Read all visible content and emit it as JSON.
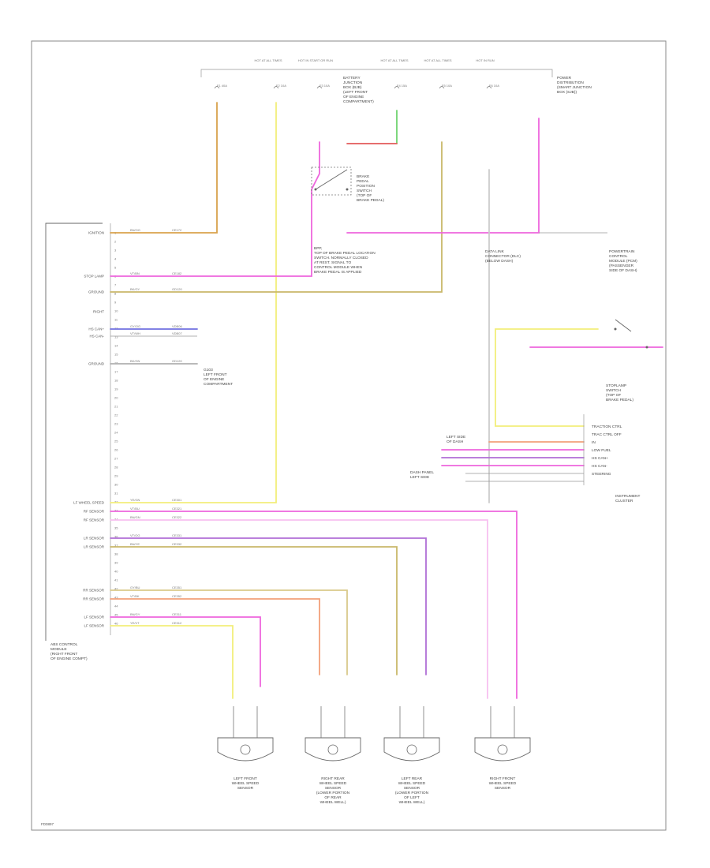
{
  "module": {
    "name_lines": [
      "ABS CONTROL",
      "MODULE",
      "(RIGHT FRONT",
      "OF ENGINE COMPT)"
    ],
    "pins_left": [
      "IGNITION",
      "STOP LAMP",
      "GROUND",
      "RIGHT",
      "HS CAN+",
      "HS CAN-",
      "GROUND",
      "LF WHEEL SPEED",
      "RF SENSOR",
      "RF SENSOR",
      "LR SENSOR",
      "LR SENSOR",
      "RR SENSOR",
      "RR SENSOR",
      "LF SENSOR",
      "LF SENSOR"
    ],
    "wire_codes_left": [
      "CE172",
      "CE182",
      "GD120",
      "VDB06",
      "VDB07",
      "GD120",
      "CE301",
      "CE321",
      "CE322",
      "CE331",
      "CE332",
      "CE351",
      "CE352",
      "CE311",
      "CE312"
    ],
    "wire_colors_left": [
      "BN/OG",
      "VT/BN",
      "BK/GY",
      "GY/OG",
      "VT/WH",
      "BK/GN",
      "YE/GN",
      "VT/BU",
      "BN/GN",
      "VT/OG",
      "BN/YE",
      "GY/BU",
      "VT/BK",
      "BN/GY",
      "YE/VT"
    ]
  },
  "fuse_panel": {
    "headers": [
      "HOT AT ALL TIMES",
      "HOT IN START OR RUN",
      "HOT AT ALL TIMES",
      "HOT AT ALL TIMES",
      "HOT IN RUN"
    ],
    "fuses": [
      "F1 40A",
      "F2 10A",
      "F3 10A",
      "F4 15A",
      "F5 10A",
      "F6 10A"
    ],
    "panel_label": [
      "BATTERY",
      "JUNCTION",
      "BOX (BJB)",
      "(LEFT FRONT",
      "OF ENGINE",
      "COMPARTMENT)"
    ],
    "power_label": [
      "POWER",
      "DISTRIBUTION",
      "(SMART JUNCTION",
      "BOX (SJB))"
    ]
  },
  "switch": {
    "name": [
      "BRAKE",
      "PEDAL",
      "POSITION",
      "SWITCH",
      "(TOP OF",
      "BRAKE PEDAL)"
    ],
    "note": [
      "BPP,",
      "TOP OF BRAKE PEDAL LOCATION",
      "SWITCH. NORMALLY CLOSED",
      "AT REST. SIGNAL TO",
      "CONTROL MODULE WHEN",
      "BRAKE PEDAL IS APPLIED"
    ]
  },
  "ground_note": [
    "G103",
    "LEFT FRONT",
    "OF ENGINE",
    "COMPARTMENT"
  ],
  "pcm": {
    "label": [
      "POWERTRAIN",
      "CONTROL",
      "MODULE (PCM)",
      "(PASSENGER",
      "SIDE OF DASH)"
    ]
  },
  "dlc": {
    "label": [
      "DATA LINK",
      "CONNECTOR (DLC)",
      "(BELOW DASH)"
    ]
  },
  "stoplamp": {
    "label": [
      "STOPLAMP",
      "SWITCH",
      "(TOP OF",
      "BRAKE PEDAL)"
    ]
  },
  "instrument": {
    "label": [
      "INSTRUMENT",
      "CLUSTER"
    ],
    "signals": [
      "TRACTION CTRL",
      "TRAC CTRL OFF",
      "IN",
      "LOW FUEL",
      "HS CAN+",
      "HS CAN-",
      "STEERING"
    ],
    "left_labels": [
      "LEFT SIDE",
      "OF DASH"
    ],
    "block_labels": [
      "DASH PANEL",
      "LEFT SIDE"
    ]
  },
  "sensors": [
    {
      "label": [
        "LEFT FRONT",
        "WHEEL SPEED",
        "SENSOR"
      ]
    },
    {
      "label": [
        "RIGHT REAR",
        "WHEEL SPEED",
        "SENSOR",
        "(LOWER PORTION",
        "OF REAR",
        "WHEEL WELL)"
      ]
    },
    {
      "label": [
        "LEFT REAR",
        "WHEEL SPEED",
        "SENSOR",
        "(LOWER PORTION",
        "OF LEFT",
        "WHEEL WELL)"
      ]
    },
    {
      "label": [
        "RIGHT FRONT",
        "WHEEL SPEED",
        "SENSOR"
      ]
    }
  ],
  "footer": {
    "code": "FD0897"
  },
  "colors": {
    "orange": "#d9a24c",
    "yellow": "#f2ee7a",
    "pink": "#ee66dd",
    "violet": "#b06fd6",
    "olive": "#c9b86a",
    "green": "#6fd36f",
    "red": "#e35a5a",
    "gray": "#9a9a9a",
    "salmon": "#f2a07a"
  }
}
